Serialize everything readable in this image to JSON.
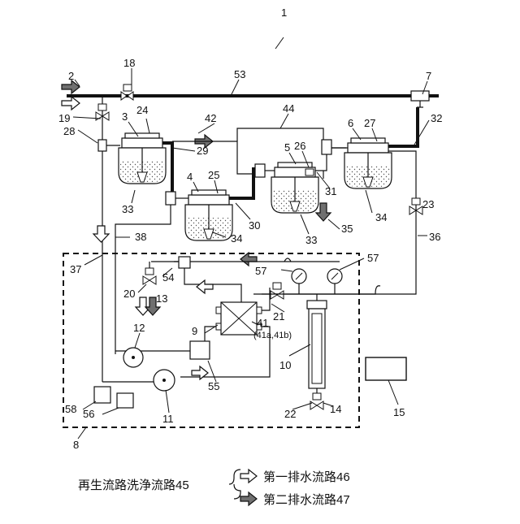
{
  "figure": {
    "device_number": "1",
    "refs": {
      "n2": "2",
      "n3": "3",
      "n4": "4",
      "n5": "5",
      "n6": "6",
      "n7": "7",
      "n8": "8",
      "n9": "9",
      "n10": "10",
      "n11": "11",
      "n12": "12",
      "n13": "13",
      "n14": "14",
      "n15": "15",
      "n18": "18",
      "n19": "19",
      "n20": "20",
      "n21": "21",
      "n22": "22",
      "n23": "23",
      "n24": "24",
      "n25": "25",
      "n26": "26",
      "n27": "27",
      "n28": "28",
      "n29": "29",
      "n30": "30",
      "n31": "31",
      "n32": "32",
      "n33a": "33",
      "n33b": "33",
      "n34a": "34",
      "n34b": "34",
      "n35": "35",
      "n36": "36",
      "n37": "37",
      "n38": "38",
      "n41": "41",
      "n41sub": "(41a,41b)",
      "n42": "42",
      "n44": "44",
      "n53": "53",
      "n54": "54",
      "n55": "55",
      "n56": "56",
      "n57a": "57",
      "n57b": "57",
      "n58": "58"
    },
    "legend": {
      "source": "再生流路洗浄流路45",
      "first": "第一排水流路46",
      "second": "第二排水流路47"
    }
  },
  "colors": {
    "line": "#111111",
    "gray_arrow": "#707070",
    "white_arrow": "#ffffff"
  }
}
